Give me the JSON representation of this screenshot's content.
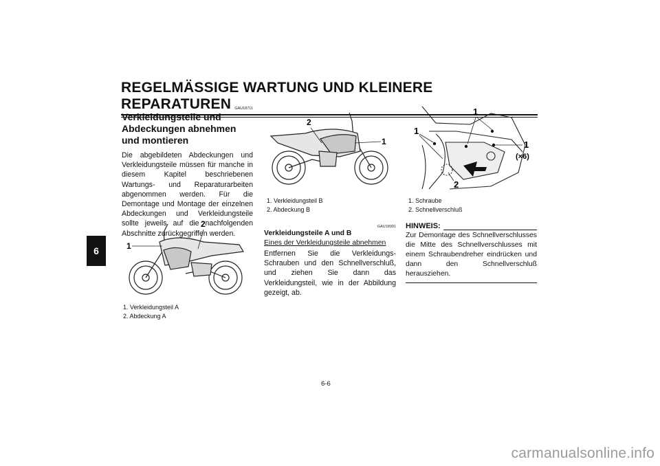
{
  "header": {
    "title": "REGELMÄSSIGE WARTUNG UND KLEINERE REPARATUREN"
  },
  "chapter_tab": "6",
  "left": {
    "code": "GAU18711",
    "title": "Verkleidungsteile und Abdeckungen abnehmen und montieren",
    "body": "Die abgebildeten Abdeckungen und Verkleidungsteile müssen für manche in diesem Kapitel beschriebenen Wartungs- und Reparaturarbeiten abgenommen werden. Für die Demontage und Montage der einzelnen Abdeckungen und Verkleidungsteile sollte jeweils auf die nachfolgenden Abschnitte zurückgegriffen werden.",
    "figure": {
      "callout_1": "1",
      "callout_2": "2"
    },
    "captions": [
      "1. Verkleidungsteil A",
      "2. Abdeckung A"
    ]
  },
  "middle": {
    "figure": {
      "callout_1": "1",
      "callout_2": "2"
    },
    "captions": [
      "1. Verkleidungsteil B",
      "2. Abdeckung B"
    ],
    "code": "GAU18991",
    "subtitle": "Verkleidungsteile A und B",
    "underline": "Eines der Verkleidungsteile abnehmen",
    "body": "Entfernen Sie die Verkleidungs-Schrauben und den Schnellverschluß, und ziehen Sie dann das Verkleidungsteil, wie in der Abbildung gezeigt, ab."
  },
  "right": {
    "figure": {
      "callout_1a": "1",
      "callout_1b": "1",
      "callout_1c": "1",
      "callout_x6": "(×6)",
      "callout_2": "2"
    },
    "captions": [
      "1. Schraube",
      "2. Schnellverschluß"
    ],
    "hinweis": {
      "title": "HINWEIS:",
      "text": "Zur Demontage des Schnellverschlusses die Mitte des Schnellverschlusses mit einem Schraubendreher eindrücken und dann den Schnellverschluß herausziehen."
    }
  },
  "page_number": "6-6",
  "watermark": "carmanualsonline.info"
}
